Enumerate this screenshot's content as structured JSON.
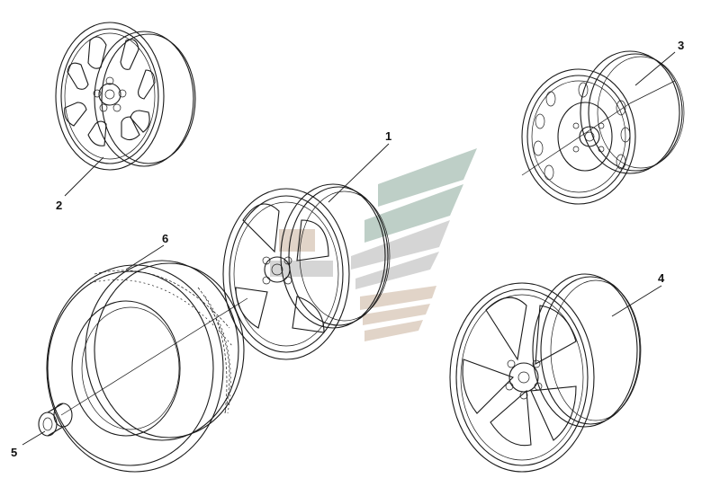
{
  "callouts": [
    {
      "id": "1",
      "label": "1"
    },
    {
      "id": "2",
      "label": "2"
    },
    {
      "id": "3",
      "label": "3"
    },
    {
      "id": "4",
      "label": "4"
    },
    {
      "id": "5",
      "label": "5"
    },
    {
      "id": "6",
      "label": "6"
    }
  ],
  "watermark": {
    "text": "",
    "colors": {
      "green": "#8aa89a",
      "gray": "#b4b4b4",
      "tan": "#c9b29c"
    }
  },
  "colors": {
    "ink": "#1a1a1a",
    "background": "#ffffff"
  }
}
